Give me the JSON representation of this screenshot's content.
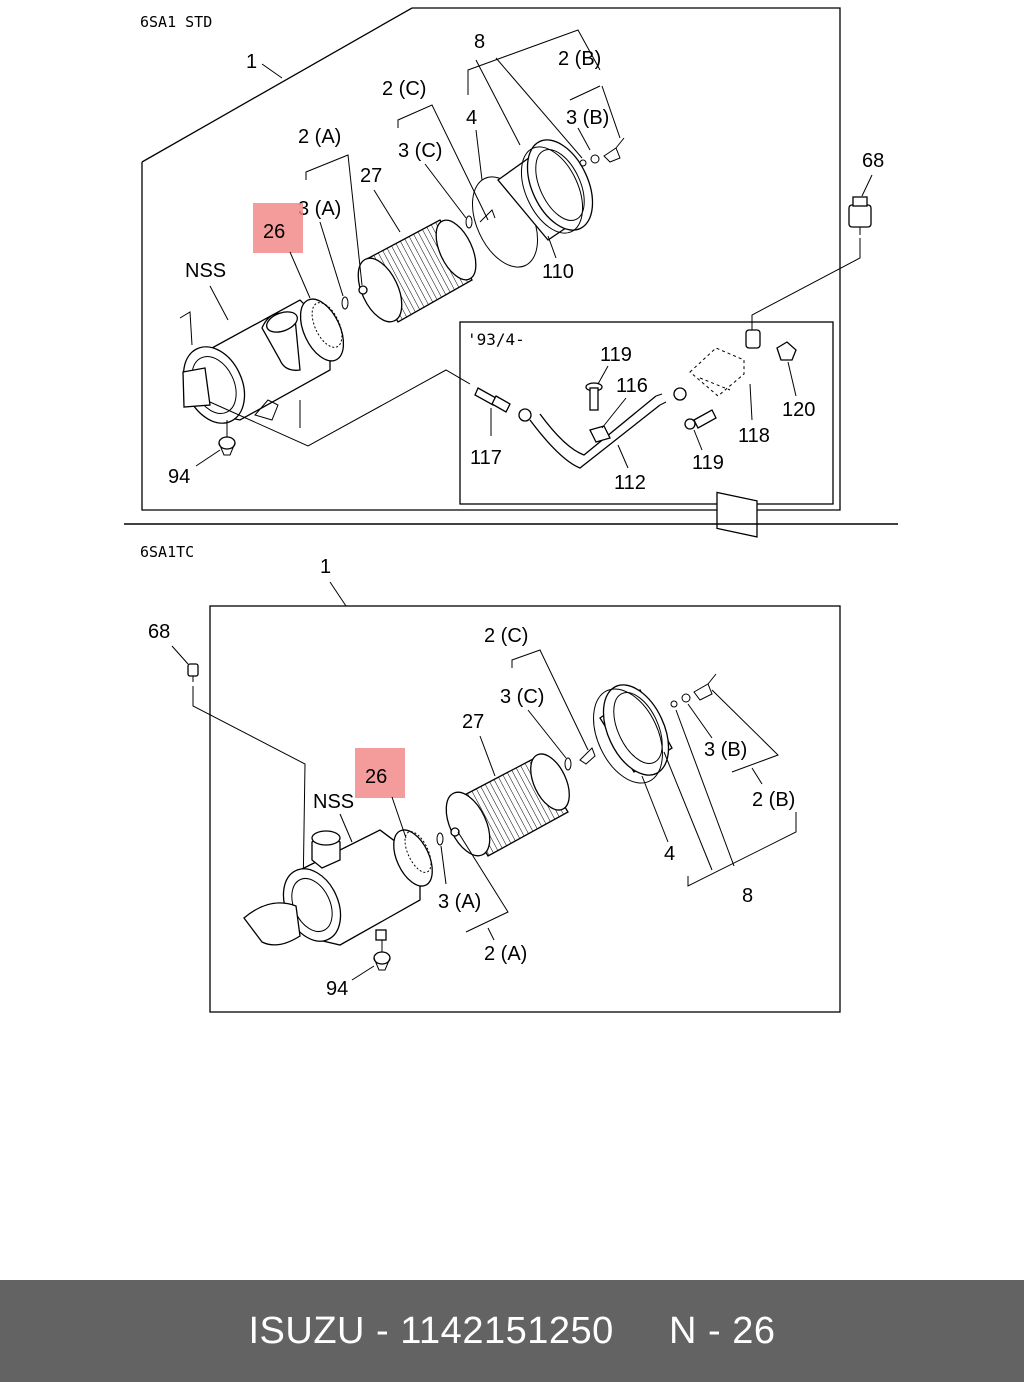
{
  "section_std": {
    "title": "6SA1 STD",
    "labels": {
      "assy": "1",
      "p8": "8",
      "p2b": "2 (B)",
      "p2c": "2 (C)",
      "p3b": "3 (B)",
      "p4": "4",
      "p2a": "2 (A)",
      "p3c": "3 (C)",
      "p27": "27",
      "p3a": "3 (A)",
      "p26": "26",
      "pnss": "NSS",
      "p110": "110",
      "p68": "68",
      "p94": "94"
    },
    "inset": {
      "title": "'93/4-",
      "labels": {
        "p119a": "119",
        "p116": "116",
        "p120": "120",
        "p118": "118",
        "p117": "117",
        "p112": "112",
        "p119b": "119"
      }
    }
  },
  "section_tc": {
    "title": "6SA1TC",
    "labels": {
      "assy": "1",
      "p68": "68",
      "p2c": "2 (C)",
      "p3c": "3 (C)",
      "p27": "27",
      "p3b": "3 (B)",
      "p2b": "2 (B)",
      "p26": "26",
      "pnss": "NSS",
      "p4": "4",
      "p8": "8",
      "p3a": "3 (A)",
      "p2a": "2 (A)",
      "p94": "94"
    }
  },
  "footer": {
    "text": "ISUZU - 1142151250     N - 26"
  },
  "colors": {
    "highlight": "#f28a8a",
    "footer_bg": "#636363",
    "footer_text": "#ffffff"
  }
}
